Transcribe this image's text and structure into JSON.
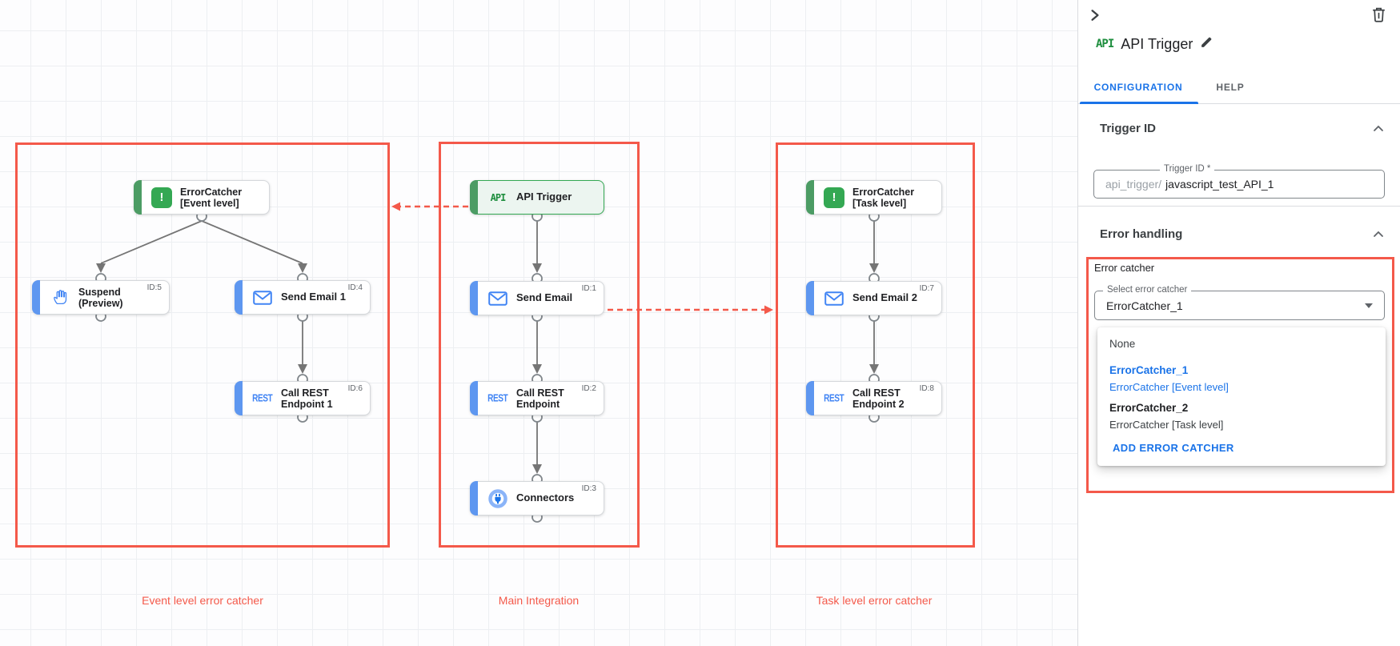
{
  "panel": {
    "badge": "API",
    "title": "API Trigger",
    "tabs": [
      {
        "label": "CONFIGURATION"
      },
      {
        "label": "HELP"
      }
    ],
    "trigger_id": {
      "heading": "Trigger ID",
      "field_label": "Trigger ID *",
      "value_prefix": "api_trigger/",
      "value": "javascript_test_API_1"
    },
    "error_handling": {
      "heading": "Error handling",
      "group_label": "Error catcher",
      "select_label": "Select error catcher",
      "select_value": "ErrorCatcher_1",
      "dropdown": {
        "items": [
          {
            "title": "None",
            "subtitle": ""
          },
          {
            "title": "ErrorCatcher_1",
            "subtitle": "ErrorCatcher [Event level]"
          },
          {
            "title": "ErrorCatcher_2",
            "subtitle": "ErrorCatcher [Task level]"
          }
        ],
        "action": "ADD ERROR CATCHER"
      }
    }
  },
  "canvas": {
    "groups": [
      {
        "label": "Event level error catcher"
      },
      {
        "label": "Main Integration"
      },
      {
        "label": "Task level error catcher"
      }
    ],
    "nodes": [
      {
        "lines": [
          "ErrorCatcher",
          "[Event level]"
        ],
        "badge": "",
        "type": "error-catcher"
      },
      {
        "lines": [
          "Suspend",
          "(Preview)"
        ],
        "badge": "ID:5",
        "type": "suspend"
      },
      {
        "lines": [
          "Send Email 1"
        ],
        "badge": "ID:4",
        "type": "email"
      },
      {
        "lines": [
          "Call REST",
          "Endpoint 1"
        ],
        "badge": "ID:6",
        "type": "rest"
      },
      {
        "lines": [
          "API Trigger"
        ],
        "badge": "",
        "type": "api-trigger"
      },
      {
        "lines": [
          "Send Email"
        ],
        "badge": "ID:1",
        "type": "email"
      },
      {
        "lines": [
          "Call REST",
          "Endpoint"
        ],
        "badge": "ID:2",
        "type": "rest"
      },
      {
        "lines": [
          "Connectors"
        ],
        "badge": "ID:3",
        "type": "connectors"
      },
      {
        "lines": [
          "ErrorCatcher",
          "[Task level]"
        ],
        "badge": "",
        "type": "error-catcher"
      },
      {
        "lines": [
          "Send Email 2"
        ],
        "badge": "ID:7",
        "type": "email"
      },
      {
        "lines": [
          "Call REST",
          "Endpoint 2"
        ],
        "badge": "ID:8",
        "type": "rest"
      }
    ],
    "colors": {
      "group_outline": "#f4594a",
      "accent_green": "#34a853",
      "accent_blue": "#4285f4",
      "link_blue": "#1a73e8"
    }
  },
  "icons": {
    "error_exclamation": "!",
    "api_text": "API",
    "rest_text": "REST"
  }
}
